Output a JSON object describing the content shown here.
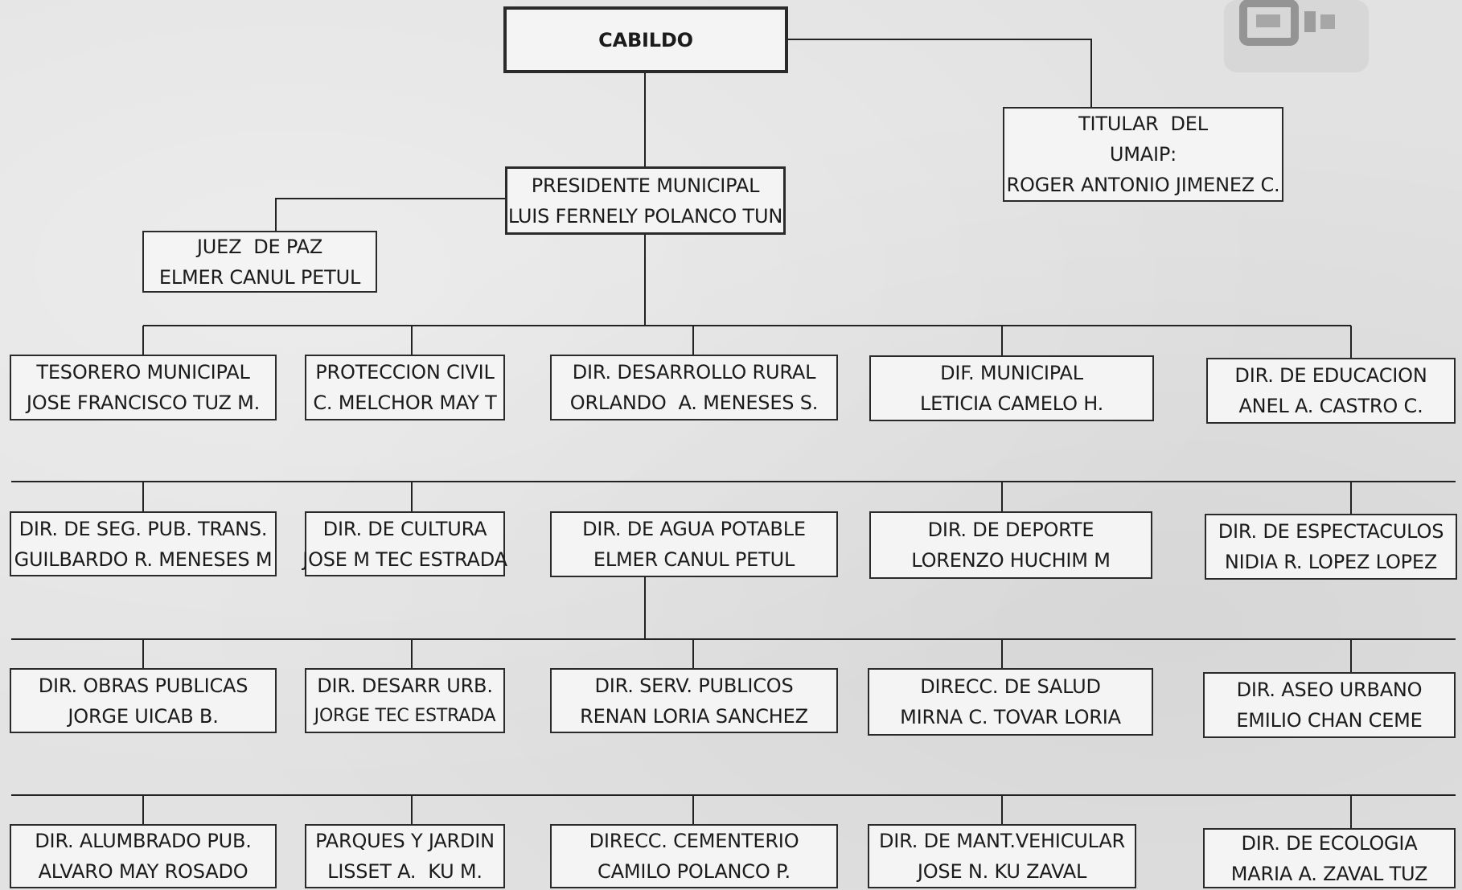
{
  "cabildo": {
    "label": "CABILDO"
  },
  "umaip": {
    "line1": "TITULAR  DEL",
    "line2": "UMAIP:",
    "line3": "ROGER ANTONIO JIMENEZ C."
  },
  "president": {
    "title": "PRESIDENTE MUNICIPAL",
    "name": "LUIS FERNELY POLANCO TUN"
  },
  "juez": {
    "title": "JUEZ  DE PAZ",
    "name": "ELMER CANUL PETUL"
  },
  "rows": [
    [
      {
        "title": "TESORERO MUNICIPAL",
        "name": "JOSE FRANCISCO TUZ M."
      },
      {
        "title": "PROTECCION CIVIL",
        "name": "C. MELCHOR MAY T"
      },
      {
        "title": "DIR. DESARROLLO RURAL",
        "name": "ORLANDO  A. MENESES S."
      },
      {
        "title": "DIF. MUNICIPAL",
        "name": "LETICIA CAMELO H."
      },
      {
        "title": "DIR. DE EDUCACION",
        "name": "ANEL A. CASTRO C."
      }
    ],
    [
      {
        "title": "DIR. DE SEG. PUB. TRANS.",
        "name": "GUILBARDO R. MENESES M"
      },
      {
        "title": "DIR. DE CULTURA",
        "name": "JOSE M TEC ESTRADA"
      },
      {
        "title": "DIR. DE AGUA POTABLE",
        "name": "ELMER CANUL PETUL"
      },
      {
        "title": "DIR. DE DEPORTE",
        "name": "LORENZO HUCHIM M"
      },
      {
        "title": "DIR. DE ESPECTACULOS",
        "name": "NIDIA R. LOPEZ LOPEZ"
      }
    ],
    [
      {
        "title": "DIR. OBRAS PUBLICAS",
        "name": "JORGE UICAB B."
      },
      {
        "title": "DIR. DESARR URB.",
        "name": "JORGE TEC ESTRADA"
      },
      {
        "title": "DIR. SERV. PUBLICOS",
        "name": "RENAN LORIA SANCHEZ"
      },
      {
        "title": "DIRECC. DE SALUD",
        "name": "MIRNA C. TOVAR LORIA"
      },
      {
        "title": "DIR. ASEO URBANO",
        "name": "EMILIO CHAN CEME"
      }
    ],
    [
      {
        "title": "DIR. ALUMBRADO PUB.",
        "name": "ALVARO MAY ROSADO"
      },
      {
        "title": "PARQUES Y JARDIN",
        "name": "LISSET A.  KU M."
      },
      {
        "title": "DIRECC. CEMENTERIO",
        "name": "CAMILO POLANCO P."
      },
      {
        "title": "DIR. DE MANT.VEHICULAR",
        "name": "JOSE N. KU ZAVAL"
      },
      {
        "title": "DIR. DE ECOLOGIA",
        "name": "MARIA A. ZAVAL TUZ"
      }
    ]
  ],
  "colors": {
    "line": "#222222",
    "box_bg": "#f4f4f4",
    "paper": "#e2e2e2"
  },
  "stamp": {
    "icon": "seal-stamp-icon"
  }
}
